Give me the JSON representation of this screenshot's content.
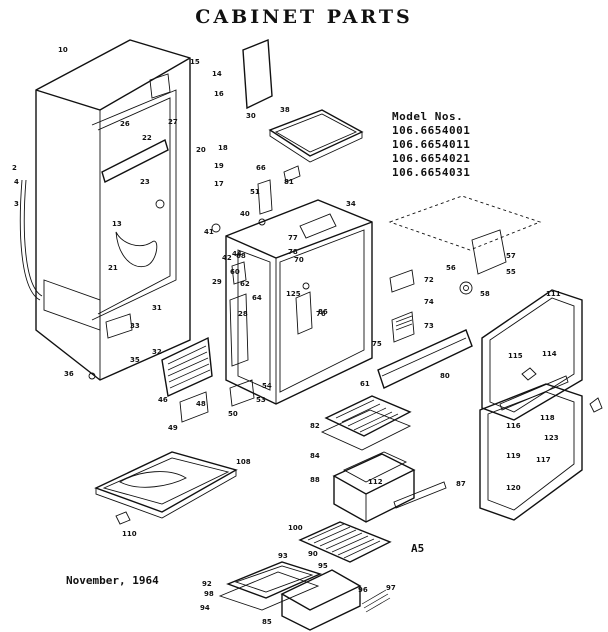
{
  "title": "CABINET PARTS",
  "model_heading": "Model Nos.",
  "models": [
    "106.6654001",
    "106.6654011",
    "106.6654021",
    "106.6654031"
  ],
  "date": "November, 1964",
  "page_code": "A5",
  "part_labels": {
    "cabinet": "10",
    "p2": "2",
    "p3": "3",
    "p4": "4",
    "panel30": "30",
    "shelf38": "38",
    "p13": "13",
    "p14": "14",
    "p15": "15",
    "p16": "16",
    "p17": "17",
    "p18": "18",
    "p19": "19",
    "p20": "20",
    "p21": "21",
    "p22": "22",
    "p23": "23",
    "p26": "26",
    "p27": "27",
    "p28": "28",
    "p29": "29",
    "p31": "31",
    "p32": "32",
    "p33": "33",
    "p34": "34",
    "p35": "35",
    "p36": "36",
    "p40": "40",
    "p41": "41",
    "p42": "42",
    "p44": "44",
    "p46": "46",
    "p48": "48",
    "p49": "49",
    "p50": "50",
    "p51": "51",
    "p53": "53",
    "p54": "54",
    "p55": "55",
    "p56": "56",
    "p57": "57",
    "p58": "58",
    "p60": "60",
    "p61": "61",
    "p62": "62",
    "p64": "64",
    "p66": "66",
    "p68": "68",
    "p70": "70",
    "p72": "72",
    "p73": "73",
    "p74": "74",
    "p75": "75",
    "p76": "76",
    "p77": "77",
    "p78": "78",
    "p80": "80",
    "p81": "81",
    "p82": "82",
    "p84": "84",
    "p85": "85",
    "p86": "86",
    "p87": "87",
    "p88": "88",
    "p90": "90",
    "p92": "92",
    "p93": "93",
    "p94": "94",
    "p95": "95",
    "p96": "96",
    "p97": "97",
    "p98": "98",
    "p100": "100",
    "p108": "108",
    "p110": "110",
    "p111": "111",
    "p112": "112",
    "p114": "114",
    "p115": "115",
    "p116": "116",
    "p117": "117",
    "p118": "118",
    "p119": "119",
    "p120": "120",
    "p123": "123",
    "p125": "125"
  }
}
